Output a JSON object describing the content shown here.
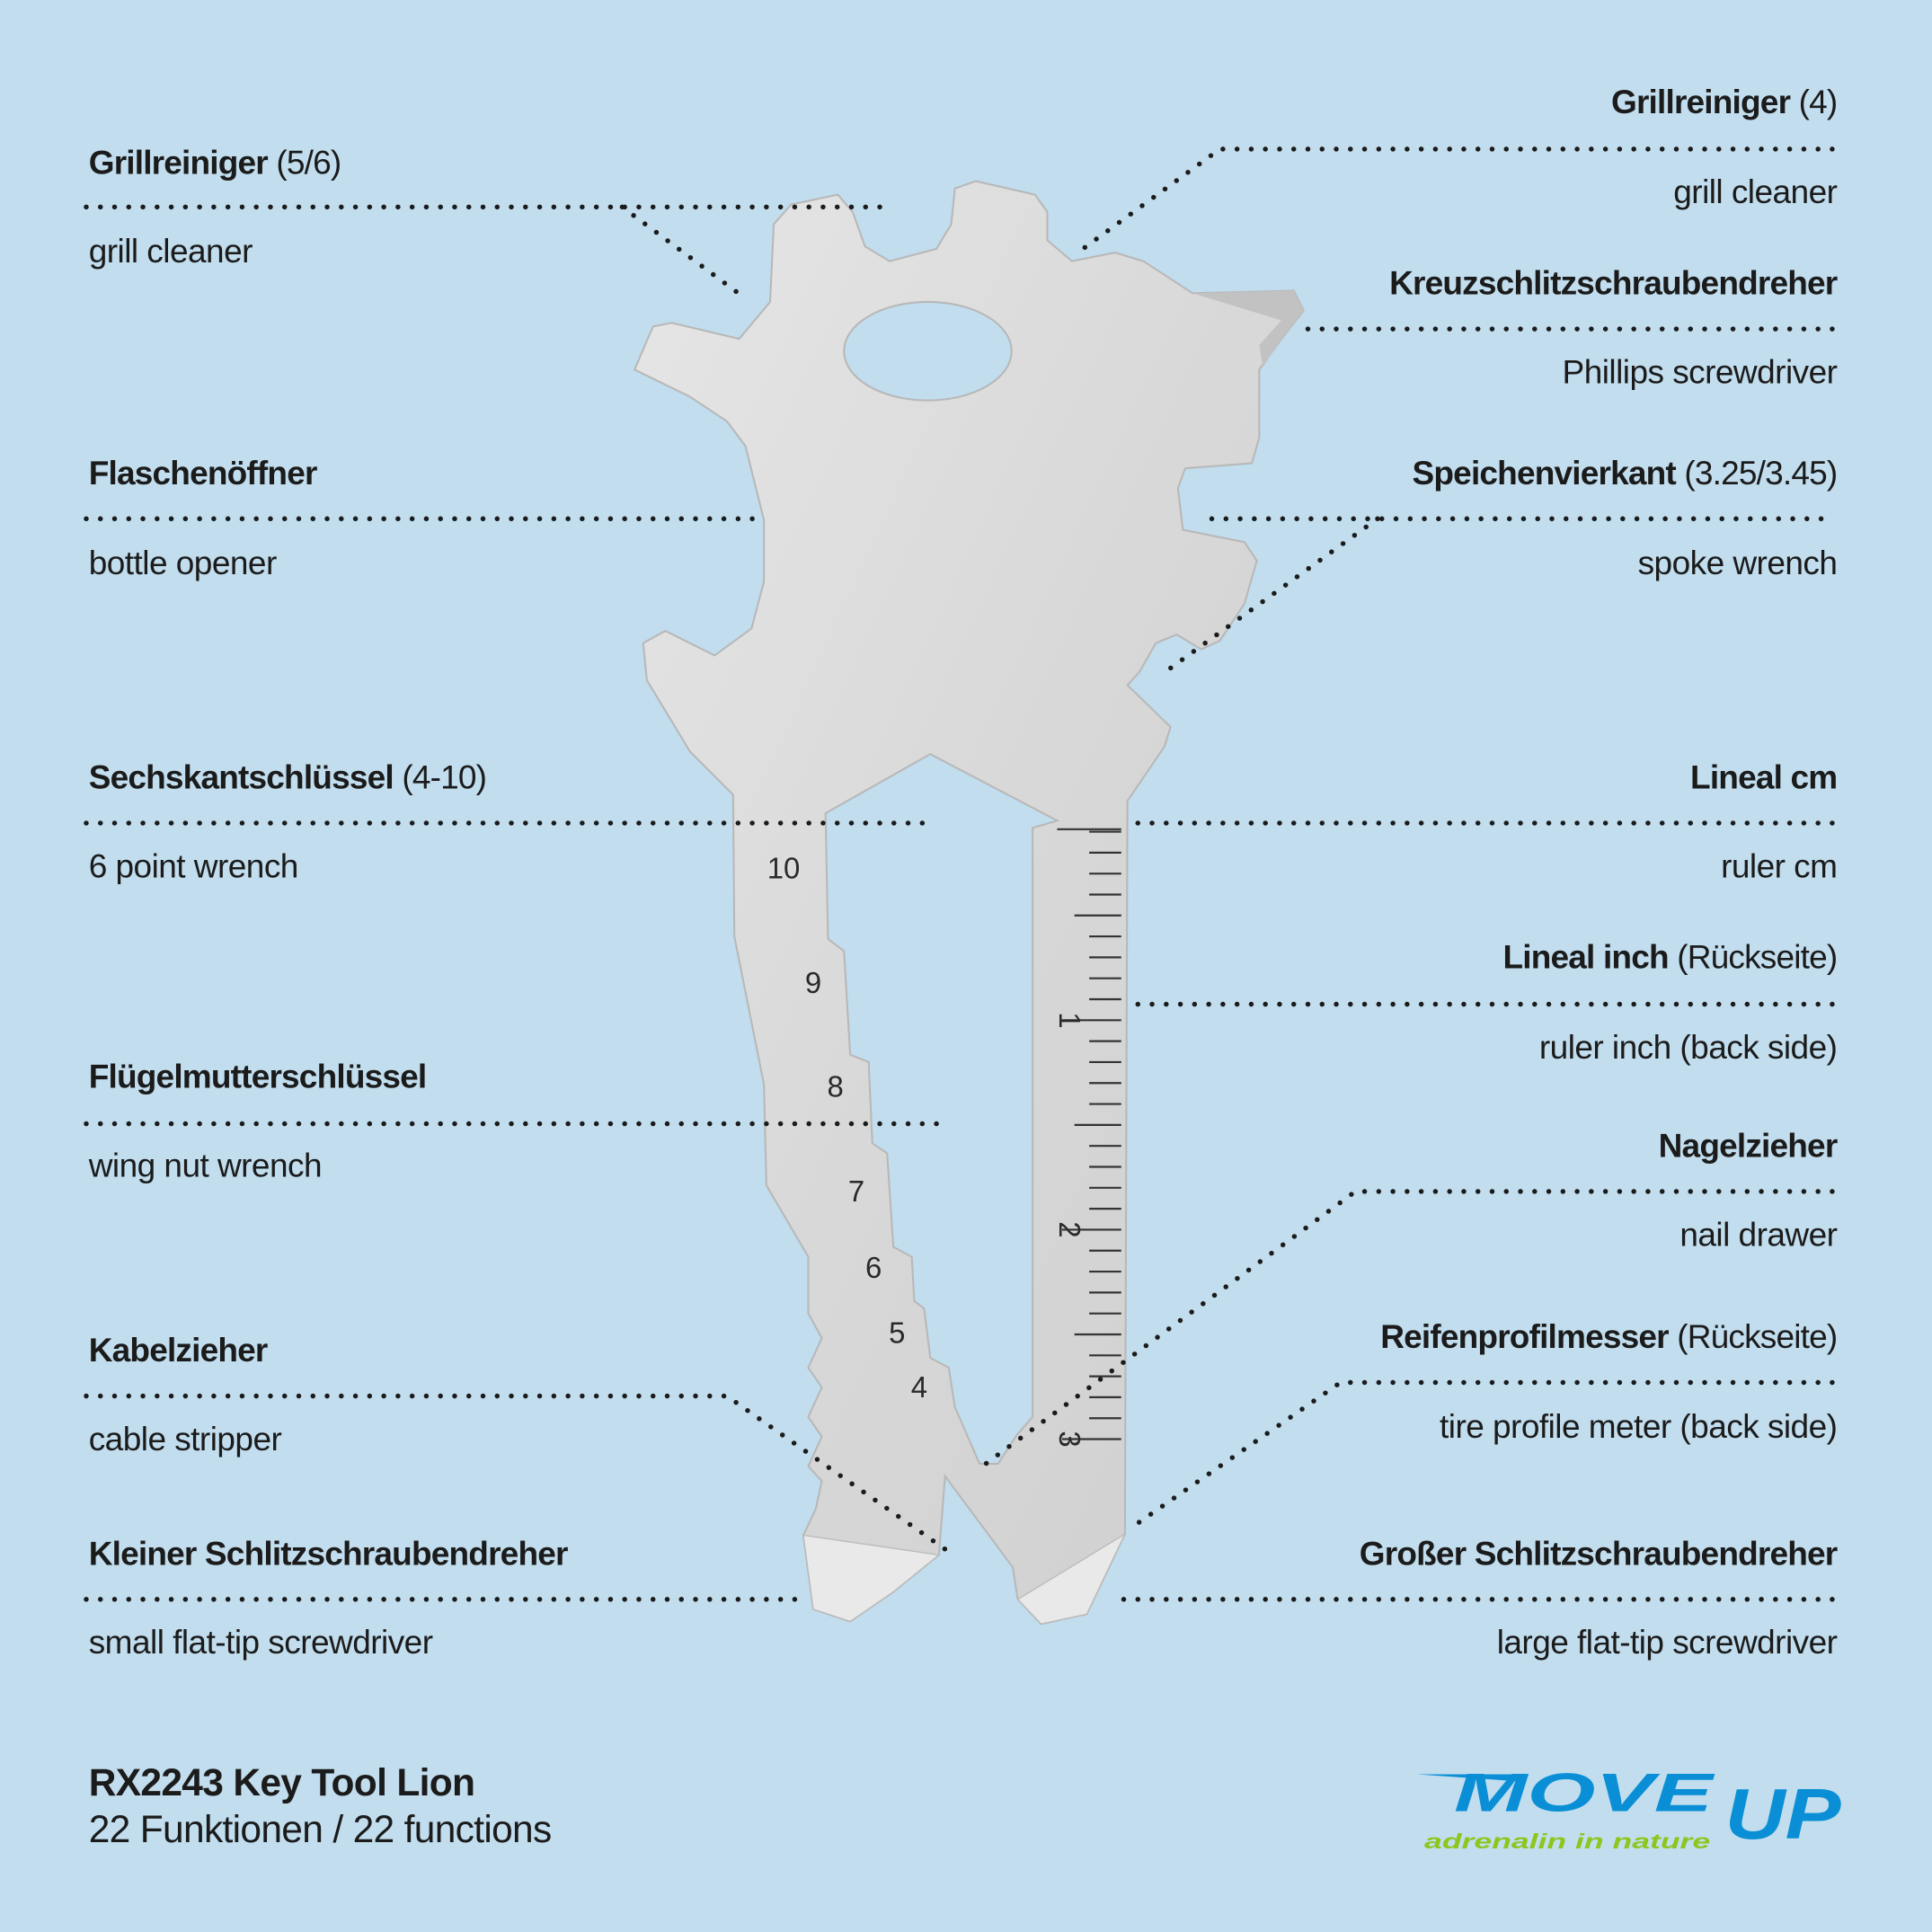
{
  "colors": {
    "background": "#c1ddee",
    "tool": "#dcdcdc",
    "logo_blue": "#0a8fd6",
    "logo_green": "#8cc61e",
    "dots": "#1b1b1b"
  },
  "left_labels": [
    {
      "title": "Grillreiniger",
      "note": " (5/6)",
      "sub": "grill cleaner"
    },
    {
      "title": "Flaschenöffner",
      "note": "",
      "sub": "bottle opener"
    },
    {
      "title": "Sechskantschlüssel",
      "note": " (4-10)",
      "sub": "6 point wrench"
    },
    {
      "title": "Flügelmutterschlüssel",
      "note": "",
      "sub": "wing nut wrench"
    },
    {
      "title": "Kabelzieher",
      "note": "",
      "sub": "cable stripper"
    },
    {
      "title": "Kleiner Schlitzschraubendreher",
      "note": "",
      "sub": "small flat-tip screwdriver"
    }
  ],
  "right_labels": [
    {
      "title": "Grillreiniger",
      "note": " (4)",
      "sub": "grill cleaner"
    },
    {
      "title": "Kreuzschlitzschraubendreher",
      "note": "",
      "sub": "Phillips screwdriver"
    },
    {
      "title": "Speichenvierkant",
      "note": " (3.25/3.45)",
      "sub": "spoke wrench"
    },
    {
      "title": "Lineal cm",
      "note": "",
      "sub": "ruler cm"
    },
    {
      "title": "Lineal inch",
      "note": " (Rückseite)",
      "sub": "ruler inch (back side)"
    },
    {
      "title": "Nagelzieher",
      "note": "",
      "sub": "nail drawer"
    },
    {
      "title": "Reifenprofilmesser",
      "note": " (Rückseite)",
      "sub": "tire profile meter (back side)"
    },
    {
      "title": "Großer Schlitzschraubendreher",
      "note": "",
      "sub": "large flat-tip screwdriver"
    }
  ],
  "tool": {
    "wrench_sizes": [
      "10",
      "9",
      "8",
      "7",
      "6",
      "5",
      "4"
    ],
    "ruler_numbers": [
      "1",
      "2",
      "3"
    ]
  },
  "footer": {
    "title": "RX2243 Key Tool Lion",
    "subtitle": "22 Funktionen / 22 functions"
  },
  "logo": {
    "word1": "MOVE",
    "word2": "UP",
    "tagline": "adrenalin in nature"
  }
}
